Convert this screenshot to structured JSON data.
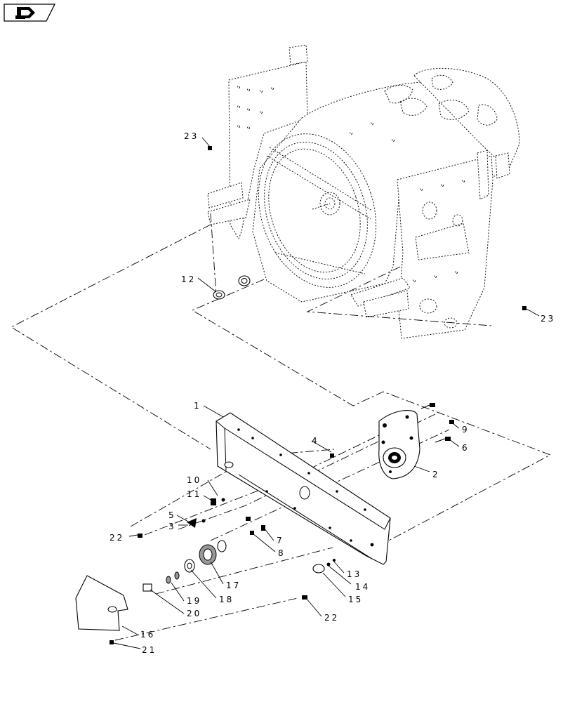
{
  "callouts": {
    "c1": "1",
    "c2": "2",
    "c3": "3",
    "c4": "4",
    "c5": "5",
    "c6": "6",
    "c7": "7",
    "c8": "8",
    "c9": "9",
    "c10": "10",
    "c11": "11",
    "c12": "12",
    "c13": "13",
    "c14": "14",
    "c15": "15",
    "c16": "16",
    "c17": "17",
    "c18": "18",
    "c19": "19",
    "c20": "20",
    "c21": "21",
    "c22a": "22",
    "c22b": "22",
    "c23a": "23",
    "c23b": "23"
  },
  "icons": {
    "nav": "arrow-book-icon"
  }
}
